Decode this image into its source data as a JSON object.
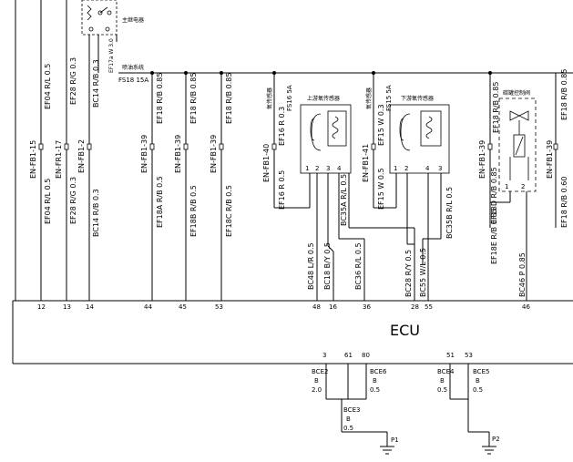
{
  "top": {
    "main_relay": "主继电器",
    "injection_system": "喷油系统",
    "relay_code": "EF17a W 3.0",
    "fuse_fs18": "FS18 15A"
  },
  "wires": [
    {
      "key": "w1",
      "upper": "EF04 R/L 0.5",
      "connector": "EN-FB1-15",
      "lower": "EF04 R/L 0.5",
      "pin": "12"
    },
    {
      "key": "w2",
      "upper": "EF28 R/G 0.3",
      "connector": "EN-FR1-17",
      "lower": "EF28 R/G 0.3",
      "pin": "13"
    },
    {
      "key": "w3",
      "upper": "BC14 R/B 0.3",
      "connector": "EN-FB1-2",
      "lower": "BC14 R/B 0.3",
      "pin": "14"
    },
    {
      "key": "w4",
      "upper": "EF18 R/B 0.85",
      "connector": "EN-FB1-39",
      "lower": "EF18A R/B 0.5",
      "pin": "44"
    },
    {
      "key": "w5",
      "upper": "EF18 R/B 0.85",
      "connector": "EN-FB1-39",
      "lower": "EF18B R/B 0.5",
      "pin": "45"
    },
    {
      "key": "w6",
      "upper": "EF18 R/B 0.85",
      "connector": "EN-FB1-39",
      "lower": "EF18C R/B 0.5",
      "pin": "53"
    }
  ],
  "sensor_upper": {
    "name": "上游氧传感器",
    "fuse_label": "氧传感器",
    "fuse": "FS16 5A",
    "feed": "EF16 R 0.3",
    "connector": "EN-FB1-40",
    "lower": "EF16 R 0.5",
    "pins": [
      "1",
      "2",
      "3",
      "4"
    ],
    "wire_a": "BC48 L/R 0.5",
    "wire_b": "BC18 B/Y 0.5",
    "wire_c": "BC35A R/L 0.5",
    "wire_d": "BC36 R/L 0.5",
    "ecu_pins": [
      "48",
      "16",
      "36"
    ]
  },
  "sensor_lower": {
    "name": "下游氧传感器",
    "fuse_label": "氧传感器",
    "fuse": "FS15 5A",
    "feed": "EF15 W 0.3",
    "connector": "EN-FB1-41",
    "lower": "EF15 W 0.5",
    "pins": [
      "1",
      "2",
      "4",
      "3"
    ],
    "wire_a": "BC35B R/L 0.5",
    "wire_b": "BC28 R/Y 0.5",
    "wire_c": "BC55 W/L 0.5",
    "ecu_pins": [
      "28",
      "55"
    ]
  },
  "valve": {
    "name": "碳罐控制阀",
    "upper": "EF18 R/B 0.85",
    "connector": "EN-FB1-39",
    "lower_a": "EF18D R/B 0.85",
    "lower_b": "EF18E R/B 0.85",
    "pins": [
      "1",
      "2"
    ],
    "out_wire": "BC46 P 0.85",
    "ecu_pin": "46"
  },
  "right_edge": {
    "upper": "EF18 R/B 0.85",
    "connector": "EN-FB1-39",
    "lower": "EF18 R/B 0.60"
  },
  "ecu": {
    "label": "ECU",
    "bottom_pins": [
      "3",
      "61",
      "80",
      "51",
      "53"
    ]
  },
  "grounds": {
    "bce2": {
      "code": "BCE2",
      "color": "B",
      "size": "2.0"
    },
    "bce6": {
      "code": "BCE6",
      "color": "B",
      "size": "0.5"
    },
    "bce3": {
      "code": "BCE3",
      "color": "B",
      "size": "0.5"
    },
    "bce4": {
      "code": "BCE4",
      "color": "B",
      "size": "0.5"
    },
    "bce5": {
      "code": "BCE5",
      "color": "B",
      "size": "0.5"
    },
    "g1": "P1",
    "g2": "P2"
  }
}
